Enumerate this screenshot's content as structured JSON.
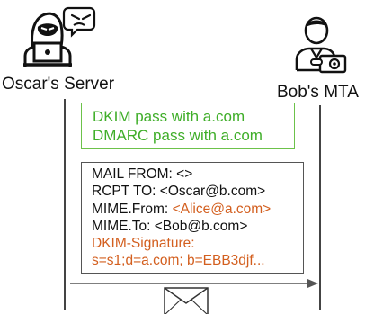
{
  "actors": {
    "left_label": "Oscar's Server",
    "right_label": "Bob's MTA",
    "left_icon": "hacker-icon",
    "right_icon": "mail-user-icon"
  },
  "results": {
    "line1": "DKIM pass with a.com",
    "line2": "DMARC pass with a.com"
  },
  "message": {
    "mail_from": "MAIL FROM: <>",
    "rcpt_to": "RCPT TO: <Oscar@b.com>",
    "mime_from_label": "MIME.From: ",
    "mime_from_value": "<Alice@a.com>",
    "mime_to": "MIME.To: <Bob@b.com>",
    "dkim_sig_label": "DKIM-Signature:",
    "dkim_sig_value": "s=s1;d=a.com; b=EBB3djf..."
  },
  "colors": {
    "green": "#3fae29",
    "orange": "#d35f1f",
    "line": "#444444"
  },
  "icons": {
    "envelope": "envelope-icon",
    "arrow": "arrow-right-icon"
  }
}
